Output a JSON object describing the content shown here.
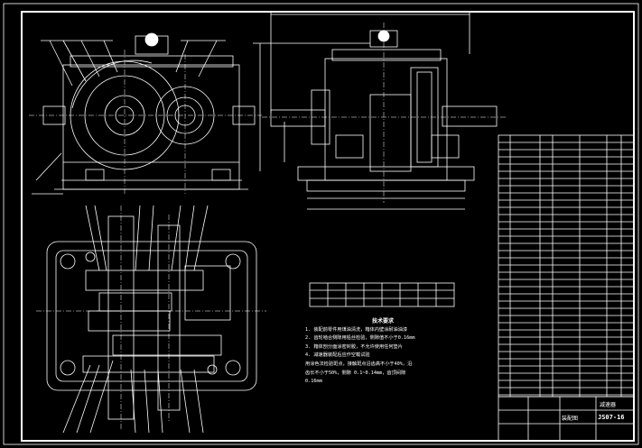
{
  "drawing": {
    "top_dimension": "",
    "notes_title": "技术要求",
    "notes": [
      "1. 装配前零件用煤油清洗，箱体内壁涂耐油油漆",
      "2. 齿轮啮合侧隙用铅丝检验，侧隙值不小于0.16mm",
      "3. 箱体剖分面涂密封胶，不允许使用任何垫片",
      "4. 减速器装配后应作空载试验",
      "   用涂色法检验斑点，接触斑点沿齿高不小于40%，沿",
      "   齿长不小于50%，侧隙 0.1~0.14mm，齿顶间隙",
      "   0.16mm"
    ],
    "title_block": {
      "name": "减速器",
      "drawing_no": "JS07-16",
      "org": "装配图"
    }
  },
  "colors": {
    "line": "#ffffff",
    "background": "#000000"
  }
}
